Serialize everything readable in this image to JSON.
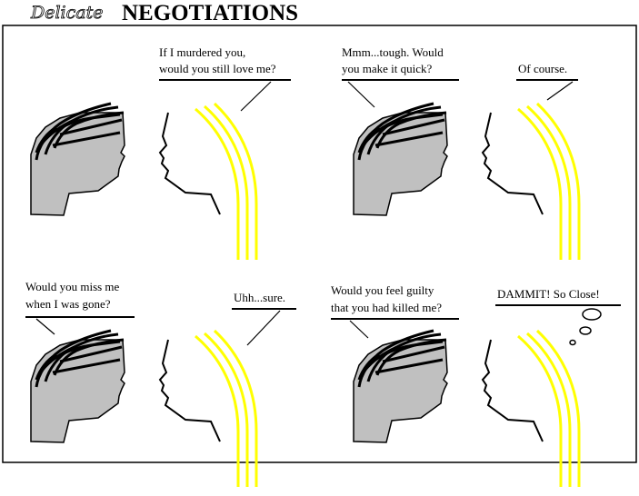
{
  "title": {
    "prefix": "Delicate",
    "main": "NEGOTIATIONS"
  },
  "colors": {
    "background": "#ffffff",
    "ink": "#000000",
    "face_fill": "#c0c0c0",
    "hair": "#ffff00"
  },
  "panels": [
    {
      "lines": [
        "If I murdered you,",
        "would you still love me?"
      ]
    },
    {
      "lines": [
        "Mmm...tough. Would",
        "you make it quick?"
      ]
    },
    {
      "lines": [
        "Of course."
      ]
    },
    {
      "lines": [
        "Would you miss me",
        "when I was gone?"
      ]
    },
    {
      "lines": [
        "Uhh...sure."
      ]
    },
    {
      "lines": [
        "Would you feel guilty",
        "that you had killed me?"
      ]
    },
    {
      "lines": [
        "DAMMIT! So Close!"
      ]
    }
  ]
}
